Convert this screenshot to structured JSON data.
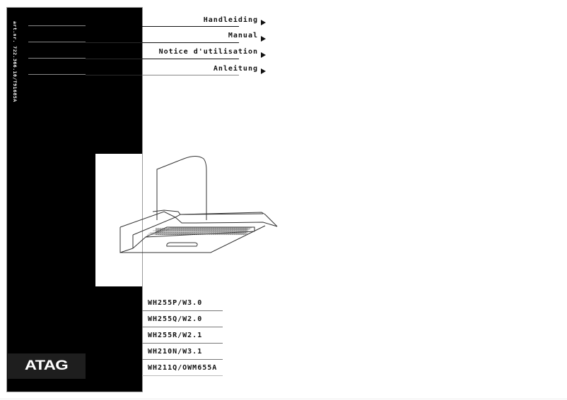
{
  "document": {
    "article_number": "art.nr. 722.366.10/T91685A",
    "brand": "ATAG",
    "colors": {
      "panel": "#000000",
      "logo_box": "#1e1e1e",
      "text": "#111111"
    }
  },
  "languages": [
    {
      "label": "Handleiding",
      "icon": "play-arrow-icon"
    },
    {
      "label": "Manual",
      "icon": "play-arrow-icon"
    },
    {
      "label": "Notice d'utilisation",
      "icon": "play-arrow-icon"
    },
    {
      "label": "Anleitung",
      "icon": "play-arrow-icon"
    }
  ],
  "illustration": {
    "name": "cooker-hood-drawing"
  },
  "models": [
    "WH255P/W3.0",
    "WH255Q/W2.0",
    "WH255R/W2.1",
    "WH210N/W3.1",
    "WH211Q/OWM655A"
  ]
}
